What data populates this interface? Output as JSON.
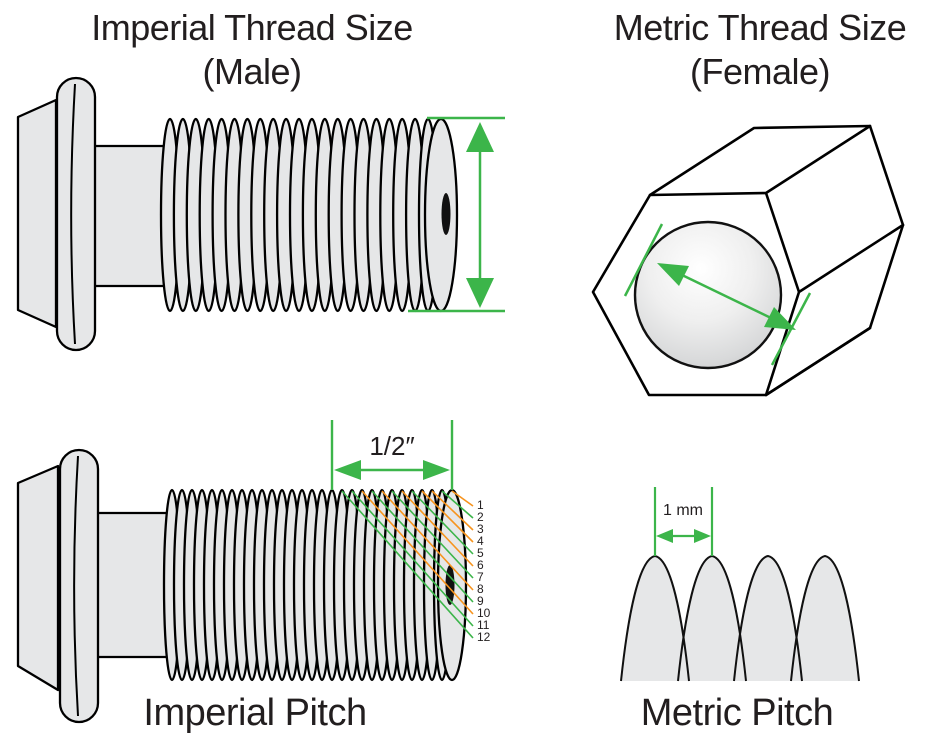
{
  "colors": {
    "accent_green": "#3CB54A",
    "accent_orange": "#F7941E",
    "fill_gray": "#E6E7E8",
    "outline_black": "#000000",
    "text_black": "#221e1f"
  },
  "imperial_size_panel": {
    "title": "Imperial Thread Size",
    "subtitle": "(Male)"
  },
  "metric_size_panel": {
    "title": "Metric Thread Size",
    "subtitle": "(Female)"
  },
  "imperial_pitch_panel": {
    "caption": "Imperial Pitch",
    "dimension_label": "1/2″",
    "thread_counts": [
      {
        "label": "1",
        "color": "#F7941E"
      },
      {
        "label": "2",
        "color": "#3CB54A"
      },
      {
        "label": "3",
        "color": "#F7941E"
      },
      {
        "label": "4",
        "color": "#F7941E"
      },
      {
        "label": "5",
        "color": "#3CB54A"
      },
      {
        "label": "6",
        "color": "#F7941E"
      },
      {
        "label": "7",
        "color": "#3CB54A"
      },
      {
        "label": "8",
        "color": "#F7941E"
      },
      {
        "label": "9",
        "color": "#3CB54A"
      },
      {
        "label": "10",
        "color": "#F7941E"
      },
      {
        "label": "11",
        "color": "#3CB54A"
      },
      {
        "label": "12",
        "color": "#3CB54A"
      }
    ]
  },
  "metric_pitch_panel": {
    "caption": "Metric Pitch",
    "dimension_label": "1 mm"
  }
}
